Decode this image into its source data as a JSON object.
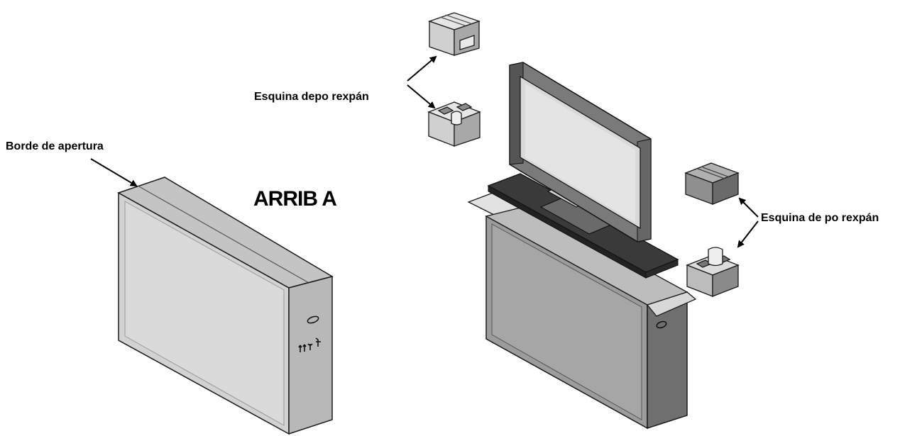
{
  "labels": {
    "opening_edge": "Borde de apertura",
    "top": "ARRIB A",
    "foam_corner_left": "Esquina depo rexpán",
    "foam_corner_right": "Esquina de po rexpán"
  },
  "colors": {
    "box_face": "#d2d2d2",
    "box_side": "#b8b8b8",
    "box_top": "#c4c4c4",
    "foam_light": "#e6e6e6",
    "foam_mid": "#c8c8c8",
    "foam_dark": "#9a9a9a",
    "tv_frame": "#7a7a7a",
    "tv_screen": "#d9d9d9",
    "stand_dark": "#3a3a3a",
    "outline": "#1a1a1a"
  }
}
